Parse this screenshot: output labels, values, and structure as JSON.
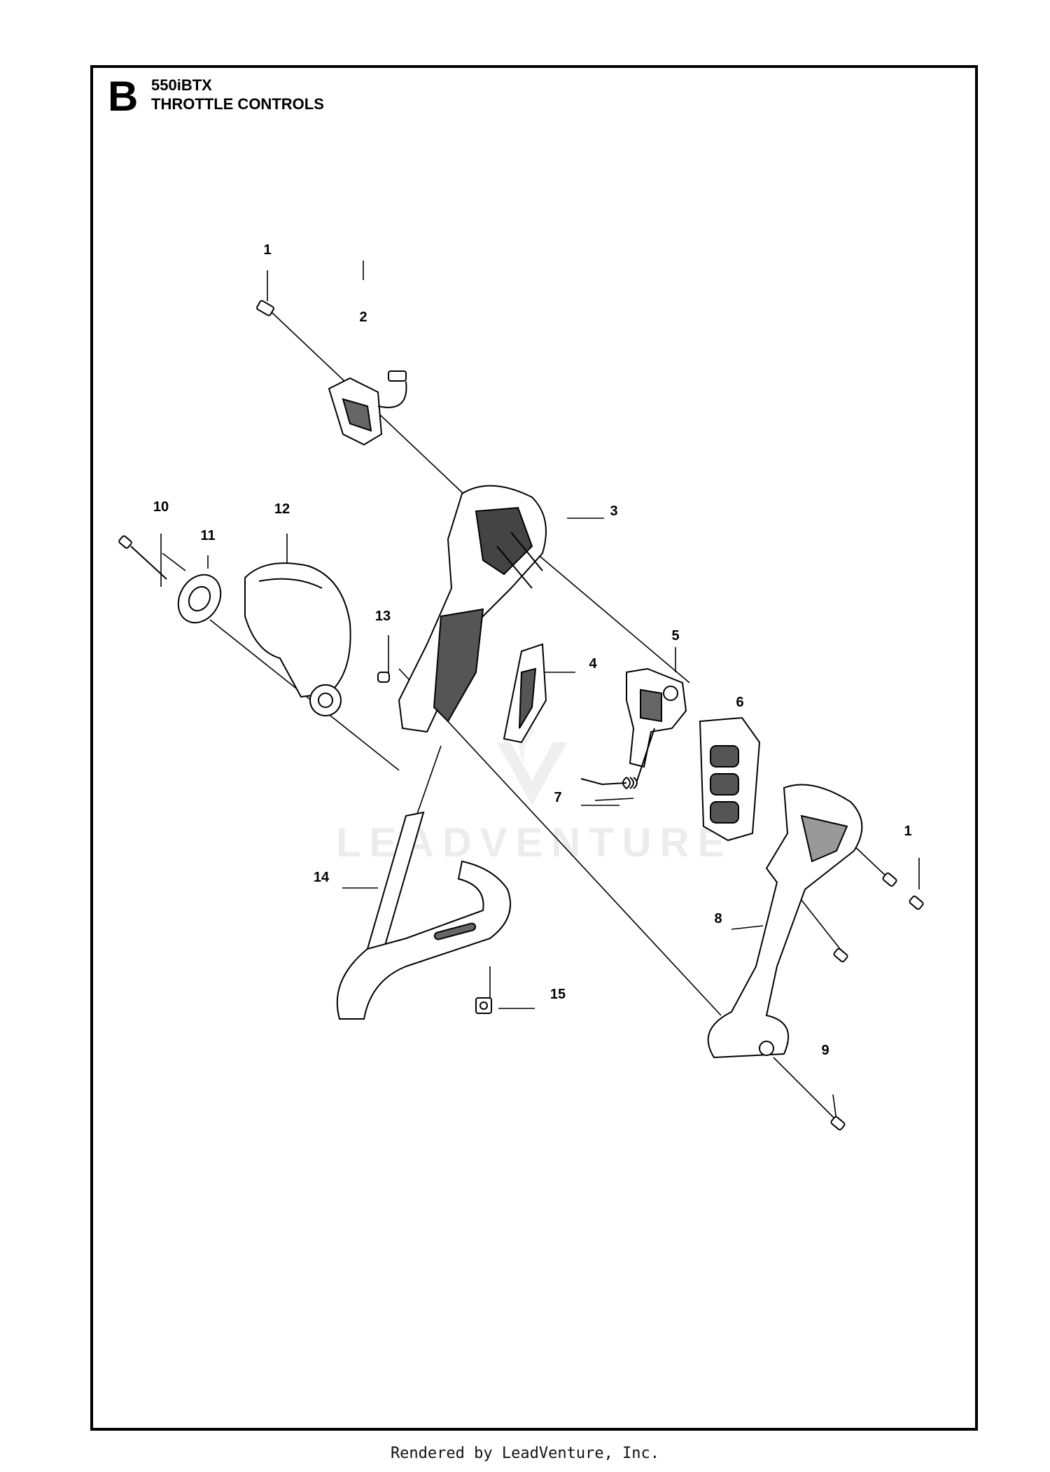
{
  "header": {
    "section_letter": "B",
    "model": "550iBTX",
    "title": "THROTTLE CONTROLS"
  },
  "watermark": {
    "text": "LEADVENTURE"
  },
  "callouts": [
    {
      "label": "1"
    },
    {
      "label": "2"
    },
    {
      "label": "3"
    },
    {
      "label": "4"
    },
    {
      "label": "5"
    },
    {
      "label": "6"
    },
    {
      "label": "7"
    },
    {
      "label": "8"
    },
    {
      "label": "9"
    },
    {
      "label": "10"
    },
    {
      "label": "11"
    },
    {
      "label": "12"
    },
    {
      "label": "13"
    },
    {
      "label": "14"
    },
    {
      "label": "15"
    },
    {
      "label": "1"
    }
  ],
  "parts": [
    {
      "icon": "screw-icon"
    },
    {
      "icon": "switch-icon"
    },
    {
      "icon": "handle-housing-icon"
    },
    {
      "icon": "cover-plate-icon"
    },
    {
      "icon": "throttle-trigger-icon"
    },
    {
      "icon": "button-pad-icon"
    },
    {
      "icon": "spring-icon"
    },
    {
      "icon": "handle-half-icon"
    },
    {
      "icon": "screw-icon"
    },
    {
      "icon": "bolt-icon"
    },
    {
      "icon": "knob-icon"
    },
    {
      "icon": "clamp-icon"
    },
    {
      "icon": "nut-icon"
    },
    {
      "icon": "loop-handle-icon"
    },
    {
      "icon": "square-nut-icon"
    }
  ],
  "footer": {
    "text": "Rendered by LeadVenture, Inc."
  }
}
